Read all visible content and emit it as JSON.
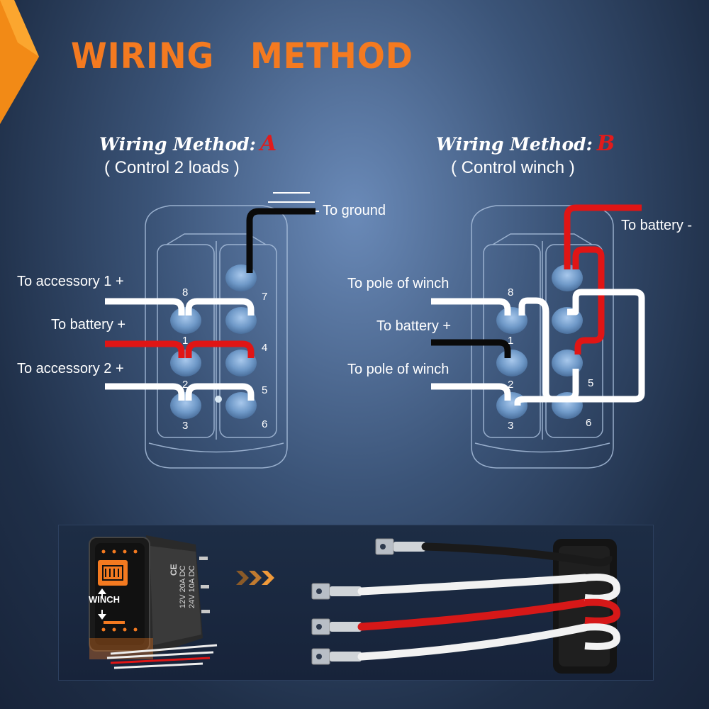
{
  "title": "WIRING   METHOD",
  "methods": [
    {
      "heading": "Wiring Method:",
      "letter": "A",
      "subtitle": "( Control 2 loads )",
      "labels": {
        "ground": "To ground",
        "accessory1": "To accessory 1 +",
        "battery": "To battery +",
        "accessory2": "To accessory 2 +"
      }
    },
    {
      "heading": "Wiring Method:",
      "letter": "B",
      "subtitle": "( Control winch )",
      "labels": {
        "battery_neg": "To battery -",
        "pole1": "To pole of winch",
        "battery": "To battery +",
        "pole2": "To pole of winch"
      }
    }
  ],
  "pins": [
    "1",
    "2",
    "3",
    "4",
    "5",
    "6",
    "7",
    "8"
  ],
  "product": {
    "switch_label": "WINCH",
    "rating_line1": "12V 20A DC",
    "rating_line2": "24V 10A DC",
    "ce_mark": "CE"
  },
  "colors": {
    "accent": "#f47a20",
    "wire_red": "#e01515",
    "wire_black": "#0a0a0a",
    "wire_white": "#ffffff",
    "letter_red": "#e21b1b"
  }
}
